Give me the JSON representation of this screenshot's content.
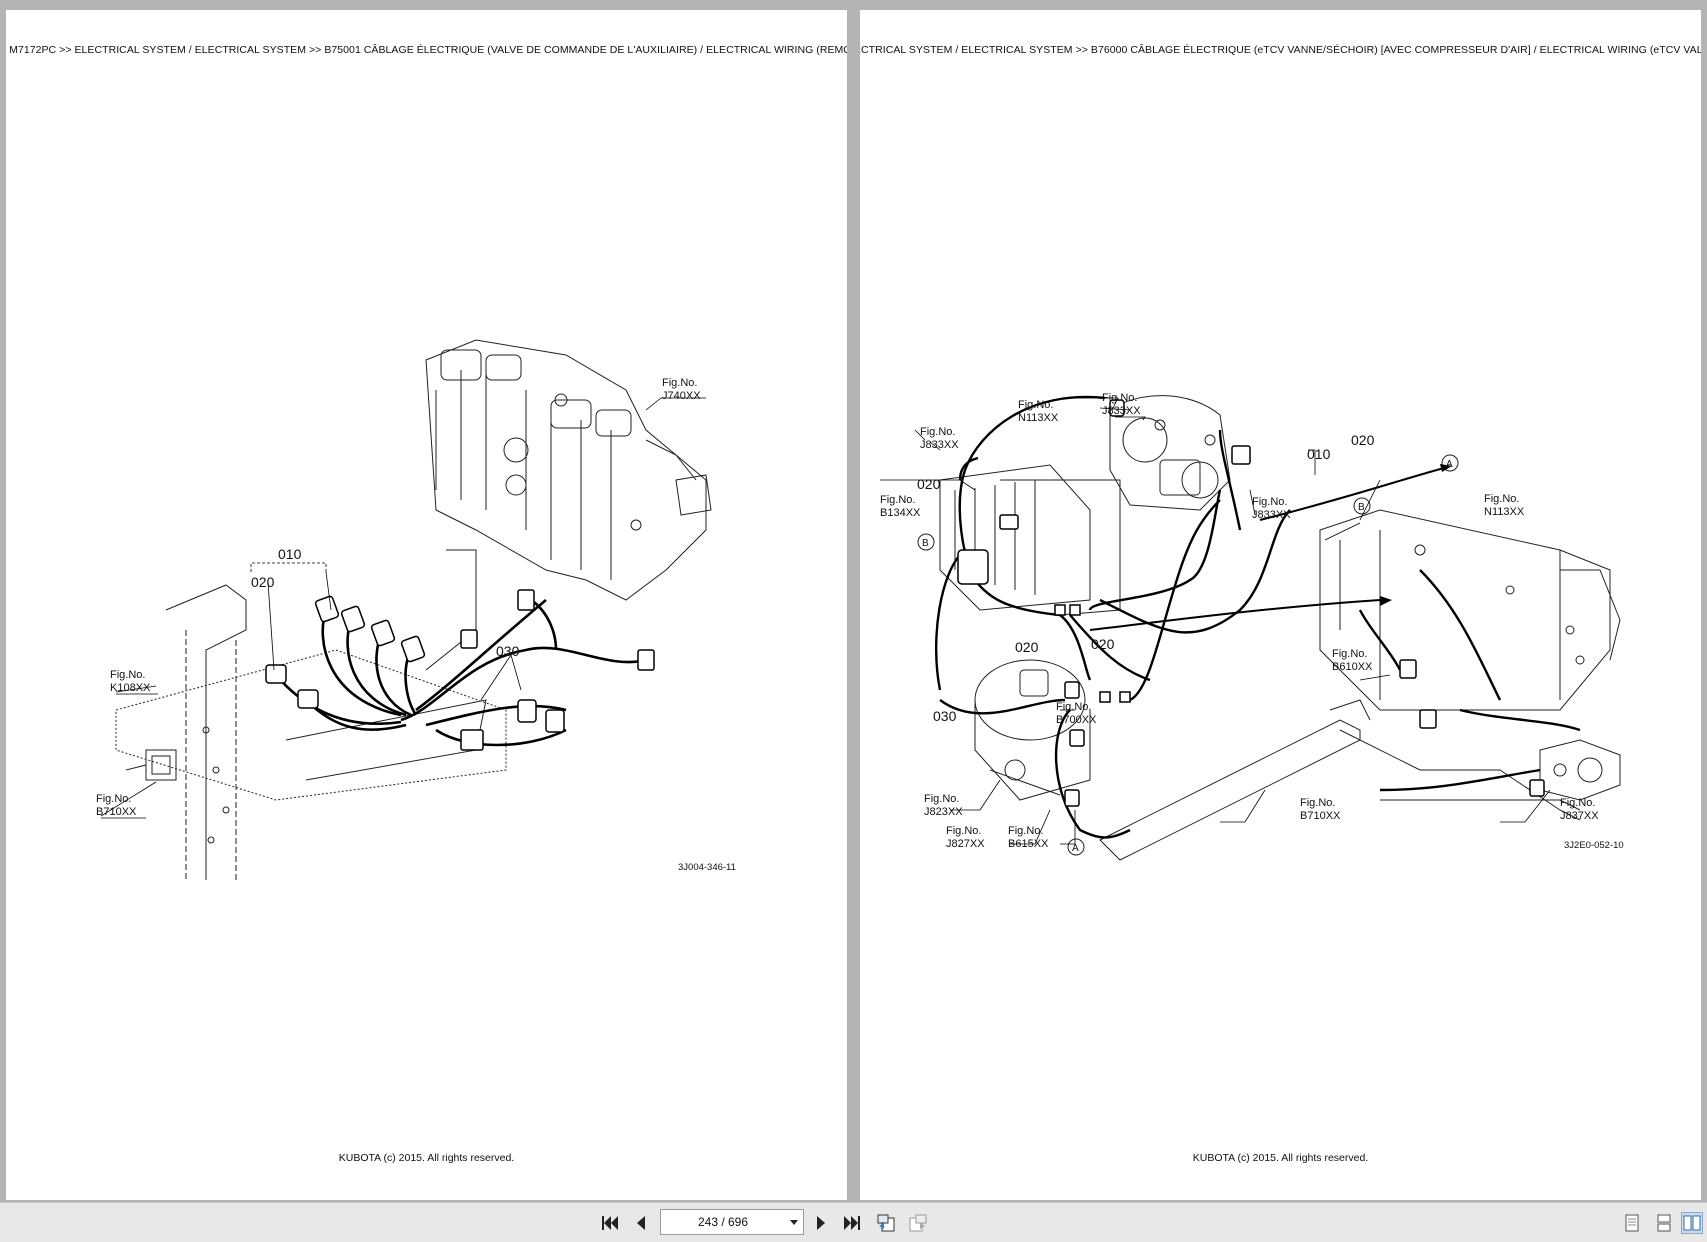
{
  "left_page": {
    "breadcrumb": "> M7172PC >> ELECTRICAL SYSTEM / ELECTRICAL SYSTEM >> B75001   CÂBLAGE ÉLECTRIQUE (VALVE DE COMMANDE DE L'AUXILIAIRE) / ELECTRICAL WIRING (REMOTE",
    "labels": {
      "fig_no": "Fig.No.",
      "j740": "J740XX",
      "k108": "K108XX",
      "b710": "B710XX",
      "c010": "010",
      "c020": "020",
      "c030": "030",
      "code": "3J004-346-11"
    },
    "copyright": "KUBOTA (c) 2015. All rights reserved."
  },
  "right_page": {
    "breadcrumb": "ECTRICAL SYSTEM / ELECTRICAL SYSTEM >> B76000   CÂBLAGE ÉLECTRIQUE (eTCV VANNE/SÉCHOIR) [AVEC COMPRESSEUR D'AIR] / ELECTRICAL WIRING (eTCV VALVE/",
    "labels": {
      "fig_no": "Fig.No.",
      "n113": "N113XX",
      "j833": "J833XX",
      "b134": "B134XX",
      "b610": "B610XX",
      "b700": "B700XX",
      "j823": "J823XX",
      "j827": "J827XX",
      "b615": "B615XX",
      "b710": "B710XX",
      "j837": "J837XX",
      "c010": "010",
      "c020": "020",
      "c030": "030",
      "ref_a": "A",
      "ref_b": "B",
      "code": "3J2E0-052-10"
    },
    "copyright": "KUBOTA (c) 2015. All rights reserved."
  },
  "toolbar": {
    "page_indicator": "243 / 696",
    "icons": [
      "first-page-icon",
      "prev-page-icon",
      "next-page-icon",
      "last-page-icon",
      "back-icon",
      "forward-icon",
      "single-page-icon",
      "continuous-icon",
      "two-page-icon"
    ]
  }
}
